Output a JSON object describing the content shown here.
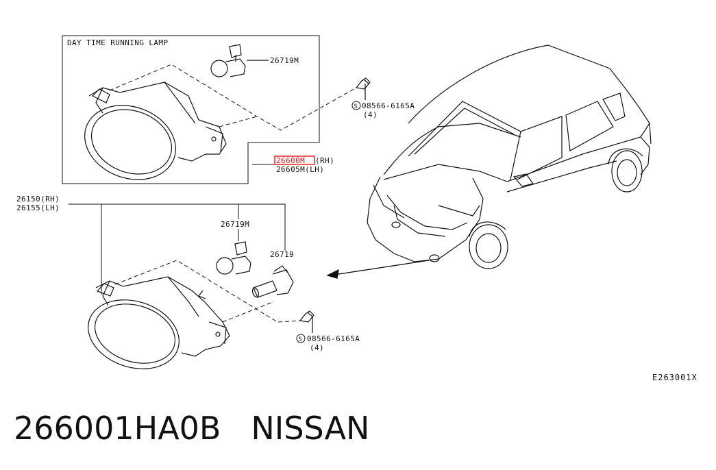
{
  "diagram": {
    "box_title": "DAY TIME RUNNING LAMP",
    "labels": {
      "bulb_top": "26719M",
      "bolt_top_code": "08566-6165A",
      "bolt_top_qty": "(4)",
      "drl_rh": "26600M",
      "drl_rh_side": "(RH)",
      "drl_lh": "26605M(LH)",
      "fog_rh": "26150(RH)",
      "fog_lh": "26155(LH)",
      "bulb_bottom": "26719M",
      "bulb_h11": "26719",
      "bolt_bottom_code": "08566-6165A",
      "bolt_bottom_qty": "(4)"
    },
    "reference_code": "E263001X"
  },
  "caption": {
    "part_number": "266001HA0B",
    "brand": "NISSAN"
  },
  "colors": {
    "line": "#111111",
    "highlight": "#e11111"
  }
}
